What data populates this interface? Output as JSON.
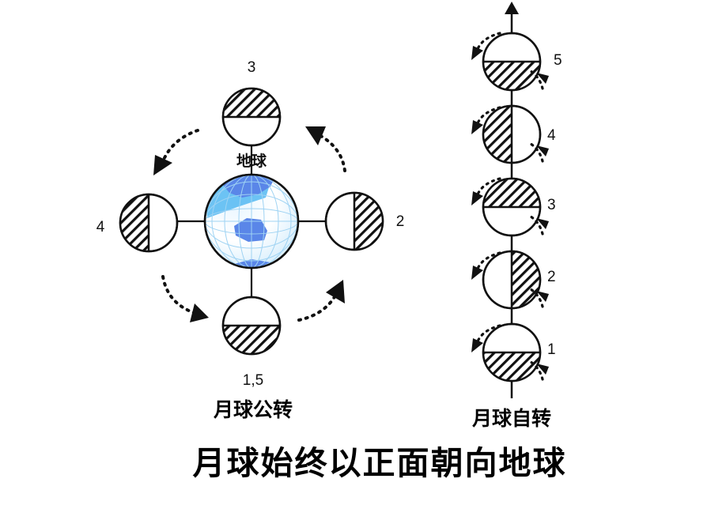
{
  "revolution": {
    "earth_label": "地球",
    "caption": "月球公转",
    "positions": [
      {
        "label": "3",
        "shaded": "top"
      },
      {
        "label": "2",
        "shaded": "right"
      },
      {
        "label": "1,5",
        "shaded": "bottom"
      },
      {
        "label": "4",
        "shaded": "left"
      }
    ]
  },
  "rotation": {
    "caption": "月球自转",
    "moons": [
      {
        "label": "5",
        "shaded": "bottom"
      },
      {
        "label": "4",
        "shaded": "left"
      },
      {
        "label": "3",
        "shaded": "top"
      },
      {
        "label": "2",
        "shaded": "right"
      },
      {
        "label": "1",
        "shaded": "bottom"
      }
    ]
  },
  "title": "月球始终以正面朝向地球",
  "colors": {
    "ink": "#111111",
    "ocean": "#ffffff",
    "ocean_tint": "#3fb0f0",
    "land": "#5a86e8",
    "grid": "#9fd3f3"
  }
}
